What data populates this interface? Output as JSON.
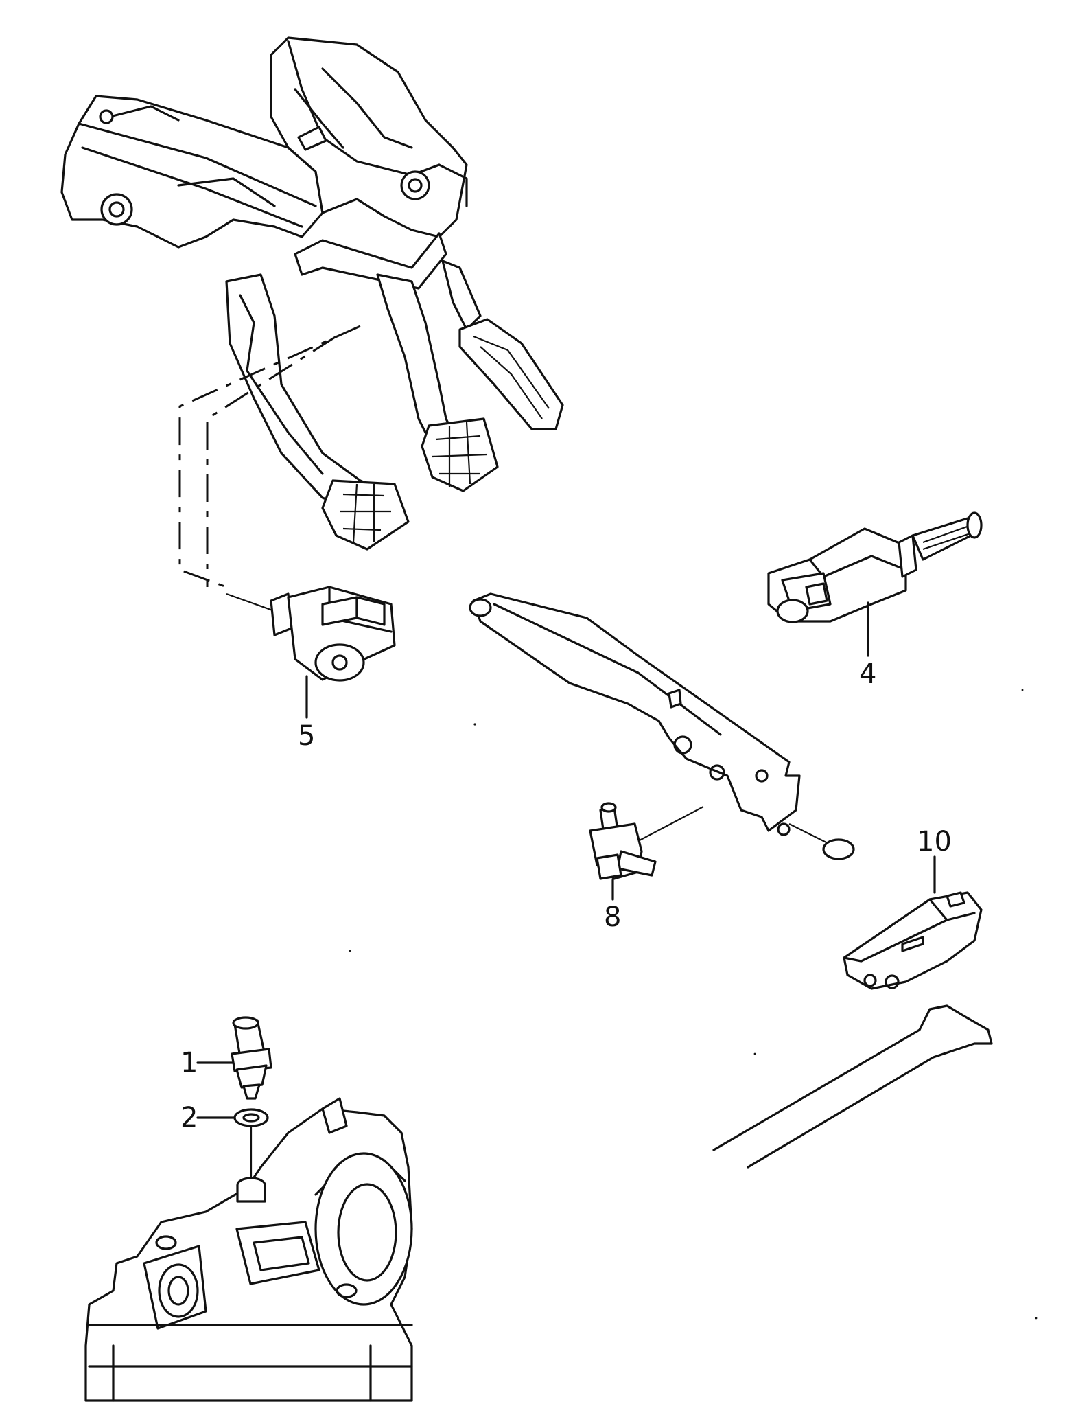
{
  "callouts": [
    {
      "id": "1",
      "text": "1"
    },
    {
      "id": "2",
      "text": "2"
    },
    {
      "id": "4",
      "text": "4"
    },
    {
      "id": "5",
      "text": "5"
    },
    {
      "id": "8",
      "text": "8"
    },
    {
      "id": "10",
      "text": "10"
    }
  ],
  "colors": {
    "ink": "#111111",
    "paper": "#ffffff"
  }
}
